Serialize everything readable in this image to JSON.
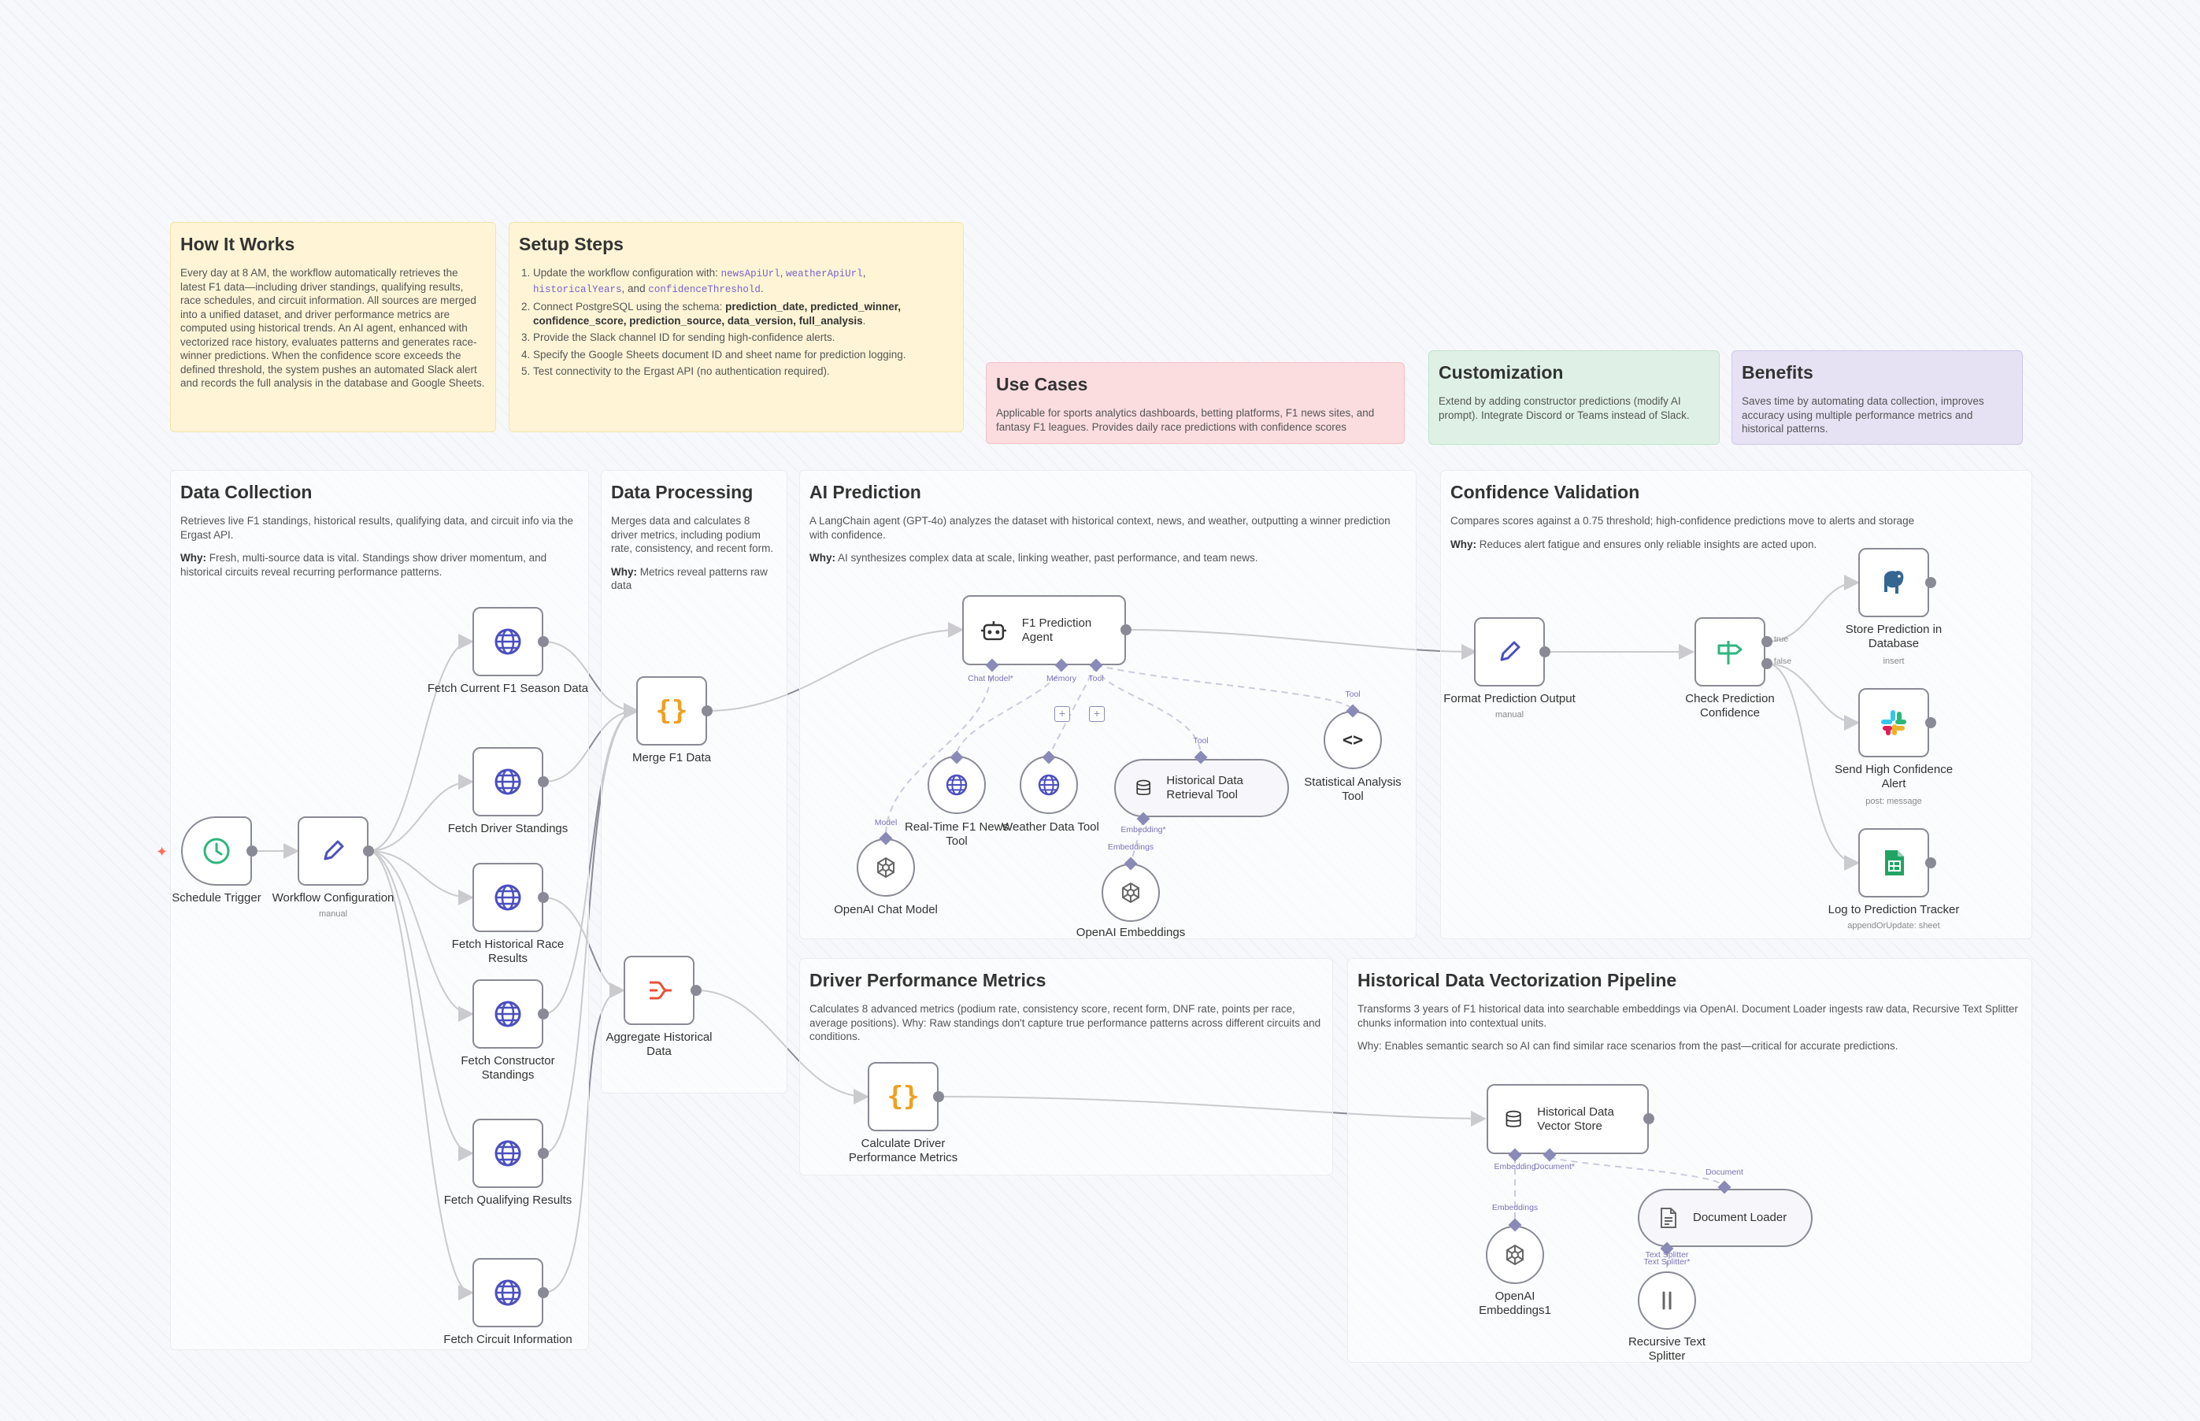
{
  "notes": {
    "how": {
      "title": "How It Works",
      "body": "Every day at 8 AM, the workflow automatically retrieves the latest F1 data—including driver standings, qualifying results, race schedules, and circuit information. All sources are merged into a unified dataset, and driver performance metrics are computed using historical trends. An AI agent, enhanced with vectorized race history, evaluates patterns and generates race-winner predictions. When the confidence score exceeds the defined threshold, the system pushes an automated Slack alert and records the full analysis in the database and Google Sheets."
    },
    "setup": {
      "title": "Setup Steps",
      "s1_pre": "Update the workflow configuration with:",
      "v1": "newsApiUrl",
      "v2": "weatherApiUrl",
      "v3": "historicalYears",
      "and": "and",
      "v4": "confidenceThreshold",
      "s2_pre": "Connect PostgreSQL using the schema:",
      "schema": "prediction_date, predicted_winner, confidence_score, prediction_source, data_version, full_analysis",
      "s3": "Provide the Slack channel ID for sending high-confidence alerts.",
      "s4": "Specify the Google Sheets document ID and sheet name for prediction logging.",
      "s5": "Test connectivity to the Ergast API (no authentication required)."
    },
    "usecases": {
      "title": "Use Cases",
      "body": "Applicable for sports analytics dashboards, betting platforms, F1 news sites, and fantasy F1 leagues. Provides daily race predictions with confidence scores"
    },
    "custom": {
      "title": "Customization",
      "body": "Extend by adding constructor predictions (modify AI prompt). Integrate Discord or Teams instead of Slack."
    },
    "benefits": {
      "title": "Benefits",
      "body": "Saves time by automating data collection, improves accuracy using multiple performance metrics and historical patterns."
    }
  },
  "sections": {
    "collection": {
      "title": "Data Collection",
      "desc": "Retrieves live F1 standings, historical results, qualifying data, and circuit info via the Ergast API.",
      "why_label": "Why:",
      "why": "Fresh, multi-source data is vital. Standings show driver momentum, and historical circuits reveal recurring performance patterns."
    },
    "processing": {
      "title": "Data Processing",
      "desc": "Merges data and calculates 8 driver metrics, including podium rate, consistency, and recent form.",
      "why_label": "Why:",
      "why": "Metrics reveal patterns raw data"
    },
    "ai": {
      "title": "AI Prediction",
      "desc": "A LangChain agent (GPT-4o) analyzes the dataset with historical context, news, and weather, outputting a winner prediction with confidence.",
      "why_label": "Why:",
      "why": "AI synthesizes complex data at scale, linking weather, past performance, and team news."
    },
    "confidence": {
      "title": "Confidence Validation",
      "desc": "Compares scores against a 0.75 threshold; high-confidence predictions move to alerts and storage",
      "why_label": "Why:",
      "why": "Reduces alert fatigue and ensures only reliable insights are acted upon."
    },
    "driver": {
      "title": "Driver Performance Metrics",
      "desc": "Calculates 8 advanced metrics (podium rate, consistency score, recent form, DNF rate, points per race, average positions). Why: Raw standings don't capture true performance patterns across different circuits and conditions."
    },
    "vector": {
      "title": "Historical Data Vectorization Pipeline",
      "desc": "Transforms 3 years of F1 historical data into searchable embeddings via OpenAI. Document Loader ingests raw data, Recursive Text Splitter chunks information into contextual units.",
      "why": "Why: Enables semantic search so AI can find similar race scenarios from the past—critical for accurate predictions."
    }
  },
  "nodes": {
    "schedule": "Schedule Trigger",
    "config": "Workflow Configuration",
    "config_sub": "manual",
    "fetch_season": "Fetch Current F1 Season Data",
    "fetch_driver": "Fetch Driver Standings",
    "fetch_race": "Fetch Historical Race Results",
    "fetch_constructor": "Fetch Constructor Standings",
    "fetch_quali": "Fetch Qualifying Results",
    "fetch_circuit": "Fetch Circuit Information",
    "merge": "Merge F1 Data",
    "aggregate": "Aggregate Historical Data",
    "agent": "F1 Prediction Agent",
    "news": "Real-Time F1 News Tool",
    "weather": "Weather Data Tool",
    "hist_tool": "Historical Data Retrieval Tool",
    "stats_tool": "Statistical Analysis Tool",
    "chat_model": "OpenAI Chat Model",
    "embeddings": "OpenAI Embeddings",
    "format": "Format Prediction Output",
    "format_sub": "manual",
    "check": "Check Prediction Confidence",
    "store": "Store Prediction in Database",
    "store_sub": "insert",
    "slack": "Send High Confidence Alert",
    "slack_sub": "post: message",
    "sheet": "Log to Prediction Tracker",
    "sheet_sub": "appendOrUpdate: sheet",
    "calc": "Calculate Driver Performance Metrics",
    "vector_store": "Historical Data Vector Store",
    "embeddings1": "OpenAI Embeddings1",
    "doc_loader": "Document Loader",
    "splitter": "Recursive Text Splitter"
  },
  "ports": {
    "chat_model": "Chat Model*",
    "memory": "Memory",
    "tool": "Tool",
    "tool2": "Tool",
    "tool3": "Tool",
    "model": "Model",
    "embedding": "Embedding*",
    "embeddings": "Embeddings",
    "true": "true",
    "false": "false",
    "vs_embedding": "Embedding",
    "vs_document": "Document*",
    "embeddings2": "Embeddings",
    "document": "Document",
    "text_splitter": "Text Splitter",
    "text_splitter2": "Text Splitter*"
  },
  "colors": {
    "globe": "#4a4fbf",
    "code": "#f0a020",
    "slack_green": "#2eb67d",
    "sheets": "#1fa463",
    "postgres": "#336791",
    "wire": "#8a8a96",
    "ai_wire": "#8a8ab8",
    "trigger_accent": "#ff6d5a"
  }
}
